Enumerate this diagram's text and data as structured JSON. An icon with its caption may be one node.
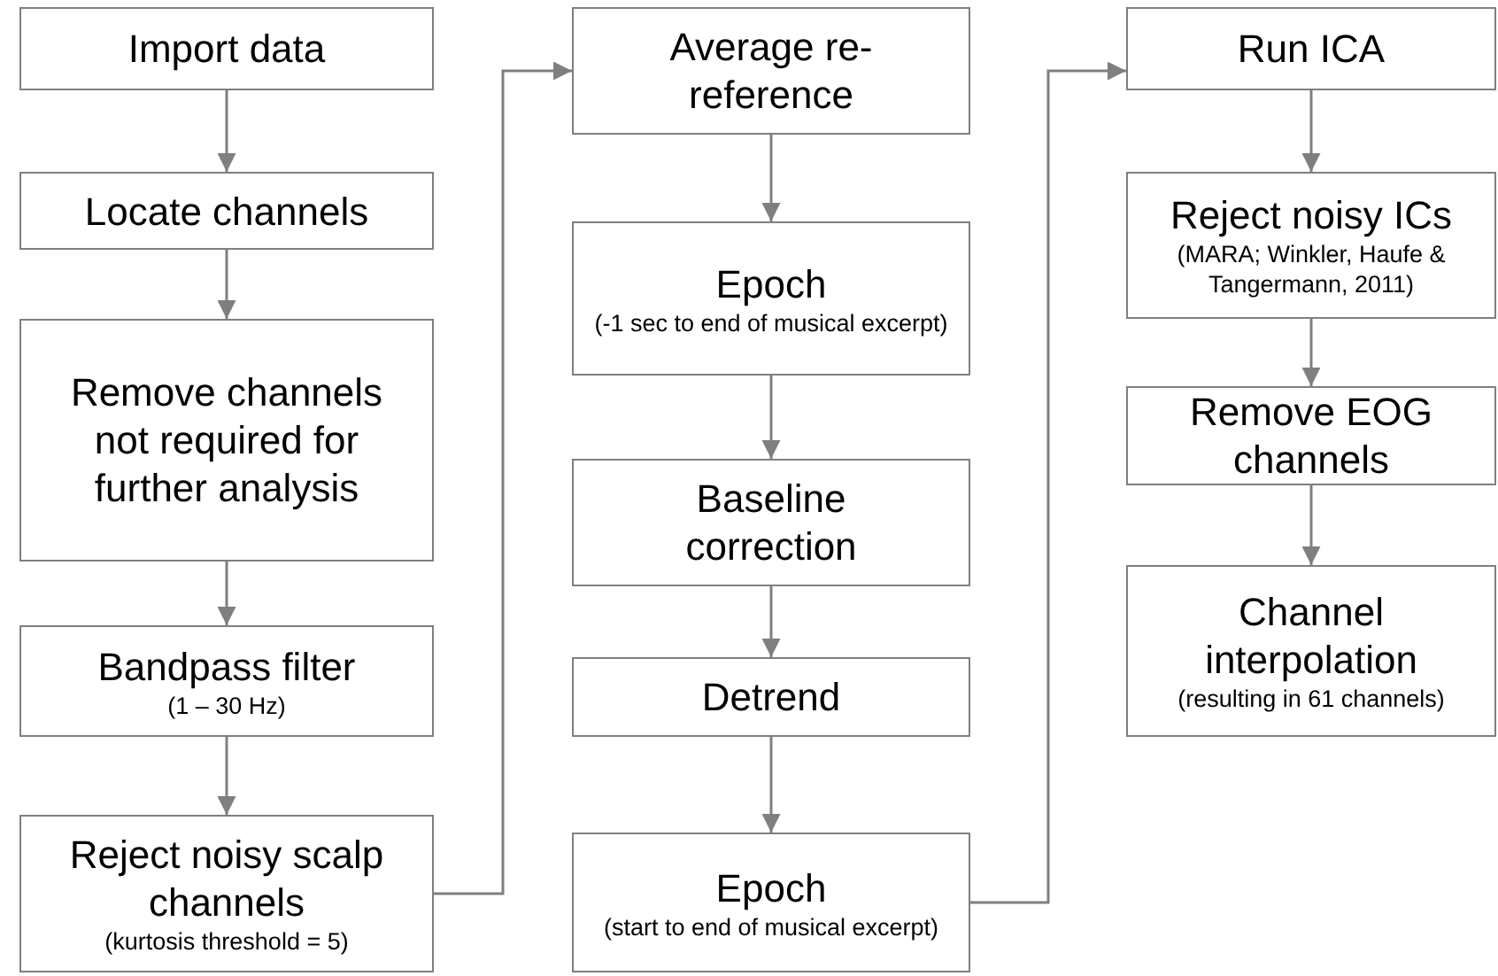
{
  "diagram": {
    "nodes": [
      {
        "text": [
          "Import data"
        ]
      },
      {
        "text": [
          "Locate channels"
        ]
      },
      {
        "text": [
          "Remove channels not required for further analysis"
        ]
      },
      {
        "text": [
          "Bandpass filter",
          "(1 – 30 Hz)"
        ]
      },
      {
        "text": [
          "Reject noisy scalp channels",
          "(kurtosis threshold = 5)"
        ]
      },
      {
        "text": [
          "Average re-reference"
        ]
      },
      {
        "text": [
          "Epoch",
          "(-1 sec to end of musical excerpt)"
        ]
      },
      {
        "text": [
          "Baseline correction"
        ]
      },
      {
        "text": [
          "Detrend"
        ]
      },
      {
        "text": [
          "Epoch",
          "(start to end of musical excerpt)"
        ]
      },
      {
        "text": [
          "Run ICA"
        ]
      },
      {
        "text": [
          "Reject noisy ICs",
          "(MARA; Winkler, Haufe & Tangermann, 2011)"
        ]
      },
      {
        "text": [
          "Remove EOG channels"
        ]
      },
      {
        "text": [
          "Channel interpolation",
          "(resulting in 61 channels)"
        ]
      }
    ],
    "edges": [
      {
        "from": 0,
        "to": 1,
        "arrow": "to"
      },
      {
        "from": 1,
        "to": 2,
        "arrow": "to"
      },
      {
        "from": 2,
        "to": 3,
        "arrow": "to"
      },
      {
        "from": 3,
        "to": 4,
        "arrow": "to"
      },
      {
        "from": 4,
        "to": 5,
        "arrow": "to"
      },
      {
        "from": 5,
        "to": 6,
        "arrow": "to"
      },
      {
        "from": 6,
        "to": 7,
        "arrow": "to"
      },
      {
        "from": 7,
        "to": 8,
        "arrow": "to"
      },
      {
        "from": 8,
        "to": 9,
        "arrow": "to"
      },
      {
        "from": 9,
        "to": 10,
        "arrow": "to"
      },
      {
        "from": 10,
        "to": 11,
        "arrow": "to"
      },
      {
        "from": 11,
        "to": 12,
        "arrow": "to"
      },
      {
        "from": 12,
        "to": 13,
        "arrow": "to"
      }
    ]
  }
}
